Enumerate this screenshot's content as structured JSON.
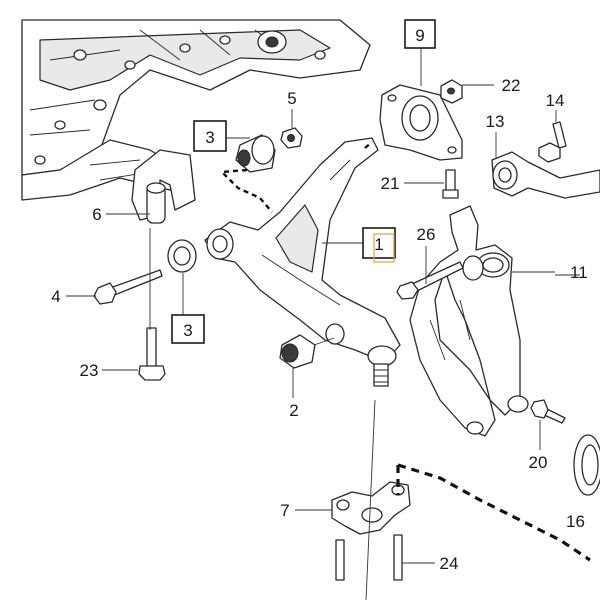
{
  "callouts": {
    "c9": "9",
    "c22": "22",
    "c14": "14",
    "c5": "5",
    "c3a": "3",
    "c13": "13",
    "c21": "21",
    "c6": "6",
    "c1": "1",
    "c26": "26",
    "c11": "11",
    "c4": "4",
    "c3b": "3",
    "c23": "23",
    "c2": "2",
    "c20": "20",
    "c7": "7",
    "c24": "24",
    "c16": "16"
  },
  "colors": {
    "line": "#2a2a2a",
    "highlight": "#e8a03a"
  }
}
